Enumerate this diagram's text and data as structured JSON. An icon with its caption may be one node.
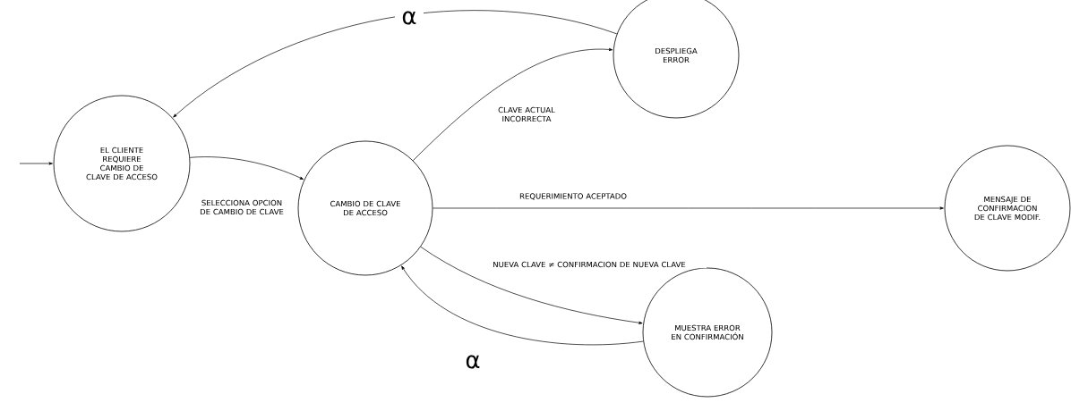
{
  "diagram": {
    "nodes": [
      {
        "text": [
          "EL CLIENTE REQUIERE CAMBIO DE CLAVE DE ACCESO"
        ]
      },
      {
        "text": [
          "CAMBIO DE CLAVE DE ACCESO"
        ]
      },
      {
        "text": [
          "DESPLIEGA ERROR"
        ]
      },
      {
        "text": [
          "MENSAJE DE CONFIRMACION DE CLAVE MODIF."
        ]
      },
      {
        "text": [
          "MUESTRA ERROR EN CONFIRMACIÓN"
        ]
      }
    ],
    "edges": [
      {
        "from": 0,
        "to": 1,
        "arrow": "to",
        "label": "SELECCIONA OPCION DE CAMBIO DE CLAVE"
      },
      {
        "from": 1,
        "to": 2,
        "arrow": "to",
        "label": "CLAVE ACTUAL INCORRECTA"
      },
      {
        "from": 2,
        "to": 0,
        "arrow": "to",
        "label": "α"
      },
      {
        "from": 1,
        "to": 3,
        "arrow": "to",
        "label": "REQUERIMIENTO ACEPTADO"
      },
      {
        "from": 1,
        "to": 4,
        "arrow": "to",
        "label": "NUEVA CLAVE ≠ CONFIRMACION DE NUEVA CLAVE"
      },
      {
        "from": 4,
        "to": 1,
        "arrow": "to",
        "label": "α"
      },
      {
        "from": null,
        "to": 0,
        "arrow": "to"
      }
    ]
  }
}
